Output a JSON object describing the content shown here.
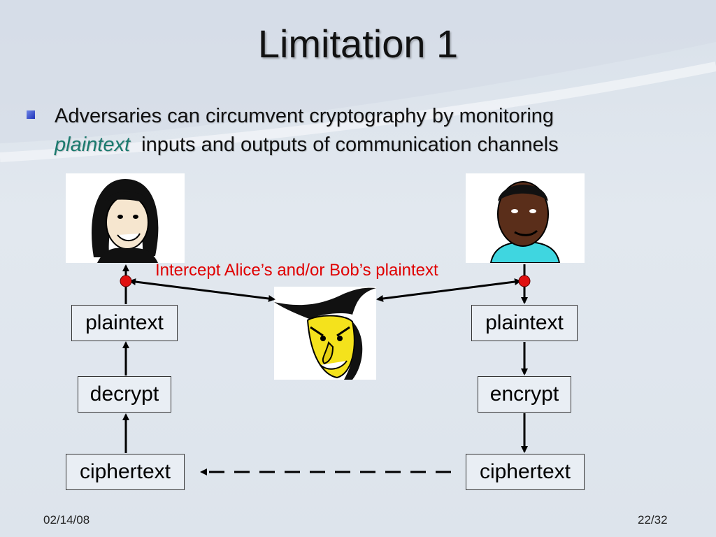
{
  "slide": {
    "title": "Limitation 1",
    "bullet": {
      "line1": "Adversaries can circumvent cryptography by monitoring",
      "emphasis": "plaintext",
      "line2_rest": "inputs and outputs of communication channels"
    },
    "caption": "Intercept Alice’s and/or Bob’s plaintext",
    "left_chain": {
      "plaintext": "plaintext",
      "decrypt": "decrypt",
      "ciphertext": "ciphertext"
    },
    "right_chain": {
      "plaintext": "plaintext",
      "encrypt": "encrypt",
      "ciphertext": "ciphertext"
    },
    "footer": {
      "date": "02/14/08",
      "page": "22/32"
    }
  },
  "colors": {
    "bullet": "#2a3fc2",
    "emphasis": "#1b7a6e",
    "caption": "#e00000",
    "tap_point": "#e01010"
  },
  "icons": [
    "alice-face-icon",
    "bob-face-icon",
    "adversary-witch-icon"
  ]
}
